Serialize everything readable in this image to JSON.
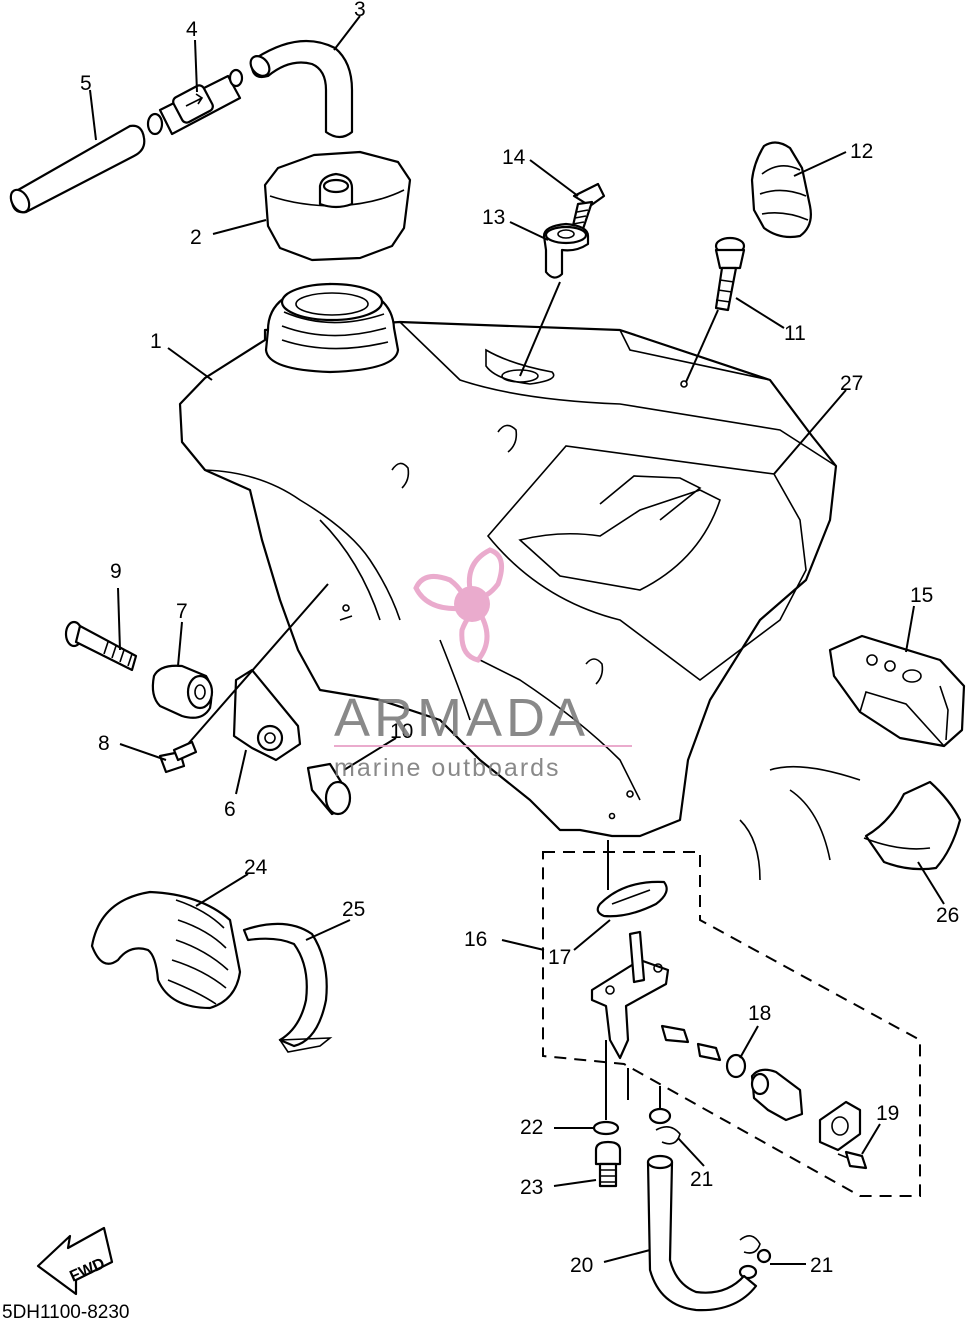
{
  "diagram": {
    "drawing_code": "5DH1100-8230",
    "fwd_label": "FWD",
    "watermark": {
      "brand": "ARMADA",
      "tagline": "marine outboards",
      "accent_color": "#e8a3c8",
      "text_color": "#7d7d7d"
    },
    "callouts": {
      "c1": "1",
      "c2": "2",
      "c3": "3",
      "c4": "4",
      "c5": "5",
      "c6": "6",
      "c7": "7",
      "c8": "8",
      "c9": "9",
      "c10": "10",
      "c11": "11",
      "c12": "12",
      "c13": "13",
      "c14": "14",
      "c15": "15",
      "c16": "16",
      "c17": "17",
      "c18": "18",
      "c19": "19",
      "c20": "20",
      "c21a": "21",
      "c21b": "21",
      "c22": "22",
      "c23": "23",
      "c24": "24",
      "c25": "25",
      "c26": "26",
      "c27": "27"
    }
  }
}
